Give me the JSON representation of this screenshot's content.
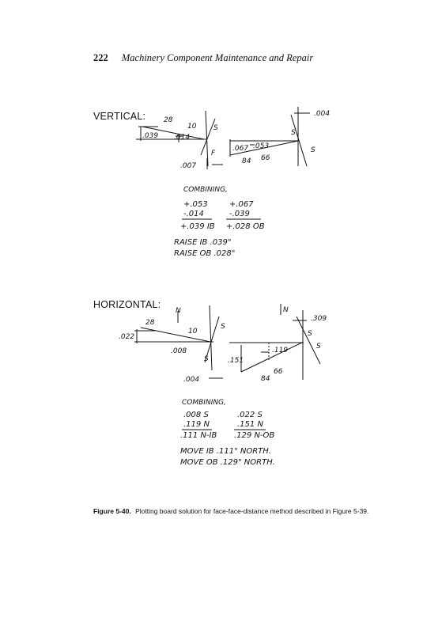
{
  "header": {
    "page_number": "222",
    "book_title": "Machinery Component Maintenance and Repair"
  },
  "vertical": {
    "label": "VERTICAL:",
    "diagram_left": {
      "ib_offset": ".039",
      "ob_label": "28",
      "line_label": "10",
      "reading": ".014",
      "face_label": "S",
      "face_label_2": "F",
      "bottom_reading": ".007"
    },
    "diagram_right": {
      "top_reading": ".004",
      "left_offset": ".067",
      "mid_reading": ".053",
      "ib_label": "84",
      "ob_label": "66",
      "face_label": "S",
      "face_label_2": "S"
    },
    "combining_label": "COMBINING,",
    "col1": {
      "line1": "+.053",
      "line2": "-.014",
      "result": "+.039 IB"
    },
    "col2": {
      "line1": "+.067",
      "line2": "-.039",
      "result": "+.028 OB"
    },
    "raise_ib": "RAISE IB .039\"",
    "raise_ob": "RAISE OB .028\""
  },
  "horizontal": {
    "label": "HORIZONTAL:",
    "north_left": "N",
    "north_right": "N",
    "diagram_left": {
      "ob_label": "28",
      "offset": ".022",
      "line_label": "10",
      "reading": ".008",
      "face_label": "S",
      "face_label_2": "S",
      "bottom_reading": ".004"
    },
    "diagram_right": {
      "top_reading": ".309",
      "mid_reading": ".119",
      "left_offset": ".151",
      "ob_label": "66",
      "ib_label": "84",
      "face_label": "S",
      "face_label_2": "S"
    },
    "combining_label": "COMBINING,",
    "col1": {
      "line1": ".008 S",
      "line2": ".119 N",
      "result": ".111 N-IB"
    },
    "col2": {
      "line1": ".022 S",
      "line2": ".151 N",
      "result": ".129 N-OB"
    },
    "move_ib": "MOVE IB .111\" NORTH.",
    "move_ob": "MOVE OB .129\" NORTH."
  },
  "caption": {
    "label": "Figure 5-40.",
    "text": "Plotting board solution for face-face-distance method described in Figure 5-39."
  }
}
